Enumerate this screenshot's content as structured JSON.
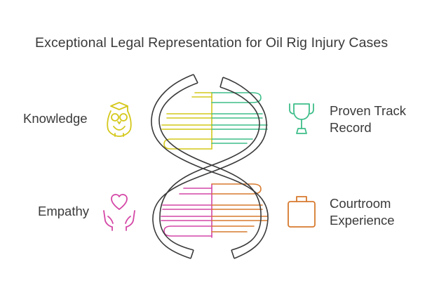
{
  "title": "Exceptional Legal Representation for Oil Rig Injury Cases",
  "items": {
    "knowledge": {
      "label": "Knowledge",
      "icon": "owl-graduate-icon",
      "color": "#d4c81a"
    },
    "empathy": {
      "label": "Empathy",
      "icon": "heart-hands-icon",
      "color": "#d447a6"
    },
    "track_record": {
      "label_line1": "Proven Track",
      "label_line2": "Record",
      "icon": "trophy-icon",
      "color": "#3fbe8a"
    },
    "courtroom": {
      "label_line1": "Courtroom",
      "label_line2": "Experience",
      "icon": "briefcase-icon",
      "color": "#d77a2e"
    }
  },
  "helix_color": "#3a3a3a"
}
